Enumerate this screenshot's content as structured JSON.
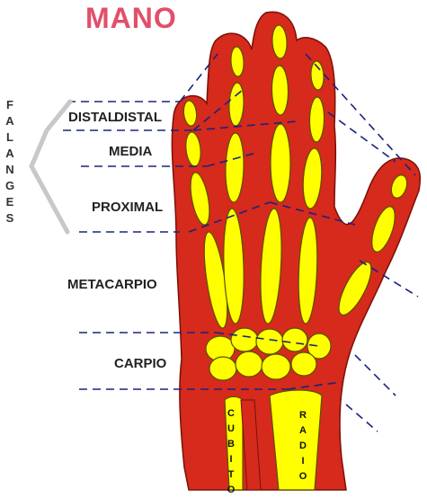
{
  "title": "MANO",
  "group_label": "FALANGES",
  "labels": {
    "distal_a": "DISTAL",
    "distal_b": "DISTAL",
    "media": "MEDIA",
    "proximal": "PROXIMAL",
    "metacarpio": "METACARPIO",
    "carpio": "CARPIO"
  },
  "bones": {
    "cubito": "CUBITO",
    "radio": "RADIO"
  },
  "colors": {
    "skin": "#d52a1c",
    "skin_outline": "#7a1008",
    "bone": "#ffff00",
    "bone_outline": "#5a5000",
    "title": "#e0506a",
    "dash": "#1a237e",
    "brace": "#c8c8c8"
  }
}
